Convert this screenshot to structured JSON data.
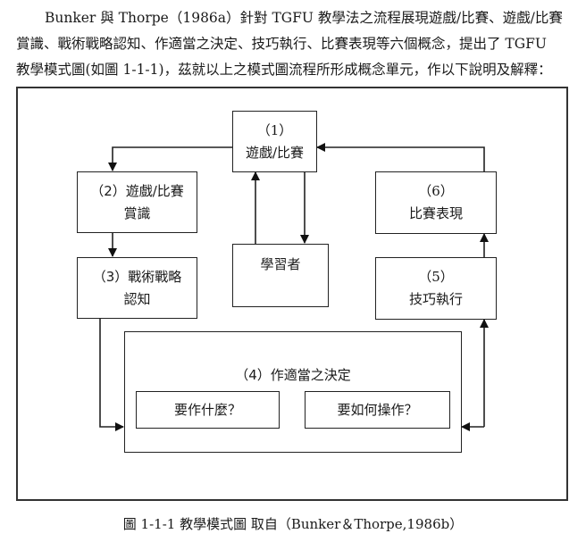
{
  "paragraph": {
    "lines": [
      "Bunker 與 Thorpe（1986a）針對 TGFU 教學法之流程展現遊戲/比賽、遊戲/比賽",
      "賞識、戰術戰略認知、作適當之決定、技巧執行、比賽表現等六個概念，提出了 TGFU",
      "教學模式圖(如圖 1-1-1)，茲就以上之模式圖流程所形成概念單元，作以下說明及解釋："
    ]
  },
  "diagram": {
    "nodes": {
      "game": {
        "num": "（1）",
        "label": "遊戲/比賽"
      },
      "appreciation": {
        "label": "（2）遊戲/比賽",
        "label2": "賞識"
      },
      "tactical": {
        "label": "（3）戰術戰略",
        "label2": "認知"
      },
      "decision": {
        "title": "（4）作適當之決定",
        "what": "要作什麼？",
        "how": "要如何操作？"
      },
      "skill": {
        "num": "（5）",
        "label": "技巧執行"
      },
      "performance": {
        "num": "（6）",
        "label": "比賽表現"
      },
      "learner": {
        "label": "學習者"
      }
    },
    "edges": [
      {
        "from": "game",
        "to": "appreciation"
      },
      {
        "from": "appreciation",
        "to": "tactical"
      },
      {
        "from": "tactical",
        "to": "decision"
      },
      {
        "from": "decision",
        "to": "skill",
        "bidirectional": true
      },
      {
        "from": "skill",
        "to": "performance"
      },
      {
        "from": "performance",
        "to": "game"
      },
      {
        "from": "game",
        "to": "learner"
      },
      {
        "from": "learner",
        "to": "game"
      }
    ]
  },
  "caption": "圖 1-1-1  教學模式圖  取自（Bunker＆Thorpe,1986b）"
}
